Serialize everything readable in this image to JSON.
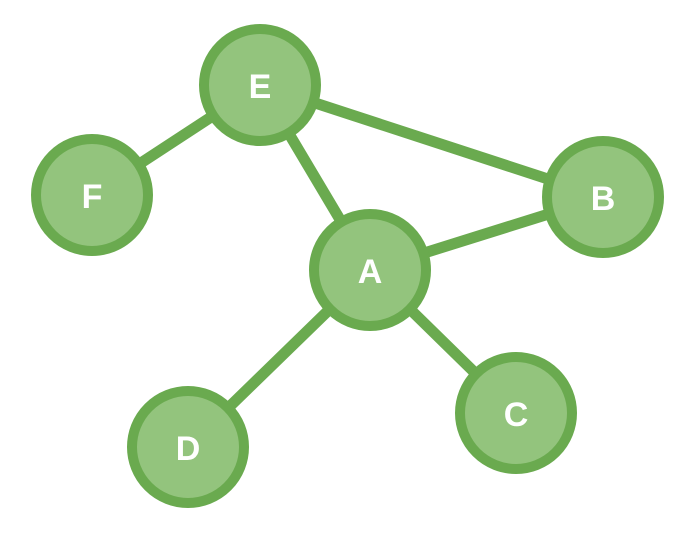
{
  "graph": {
    "colors": {
      "node_fill": "#93c47d",
      "node_stroke": "#6aaa4f",
      "edge": "#6aaa4f",
      "label": "#ffffff"
    },
    "nodes": [
      {
        "id": "E",
        "label": "E"
      },
      {
        "id": "F",
        "label": "F"
      },
      {
        "id": "B",
        "label": "B"
      },
      {
        "id": "A",
        "label": "A"
      },
      {
        "id": "D",
        "label": "D"
      },
      {
        "id": "C",
        "label": "C"
      }
    ],
    "edges": [
      {
        "from": "E",
        "to": "F"
      },
      {
        "from": "E",
        "to": "B"
      },
      {
        "from": "E",
        "to": "A"
      },
      {
        "from": "A",
        "to": "B"
      },
      {
        "from": "A",
        "to": "D"
      },
      {
        "from": "A",
        "to": "C"
      }
    ]
  }
}
